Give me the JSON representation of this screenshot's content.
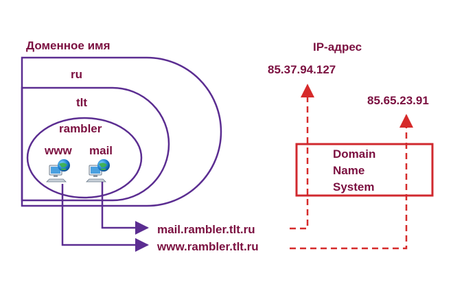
{
  "colors": {
    "text": "#7b1040",
    "domain_lines": "#5b2d91",
    "dns_lines": "#d62a2a",
    "dns_box": "#d0282e"
  },
  "labels": {
    "domain_name_heading": "Доменное имя",
    "ip_heading": "IP-адрес",
    "zone_ru": "ru",
    "zone_tlt": "tlt",
    "zone_rambler": "rambler",
    "host_www": "www",
    "host_mail": "mail",
    "fqdn_mail": "mail.rambler.tlt.ru",
    "fqdn_www": "www.rambler.tlt.ru",
    "ip_mail": "85.37.94.127",
    "ip_www": "85.65.23.91"
  },
  "dns_box": {
    "line1": "Domain",
    "line2": "Name",
    "line3": "System"
  },
  "icons": [
    "network-computer-icon",
    "network-computer-icon"
  ]
}
